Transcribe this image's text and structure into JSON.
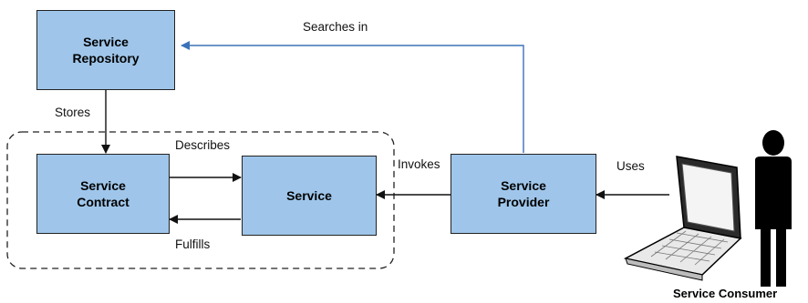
{
  "nodes": {
    "repository": {
      "line1": "Service",
      "line2": "Repository"
    },
    "contract": {
      "line1": "Service",
      "line2": "Contract"
    },
    "service": {
      "label": "Service"
    },
    "provider": {
      "line1": "Service",
      "line2": "Provider"
    }
  },
  "edges": {
    "searches_in": "Searches in",
    "stores": "Stores",
    "describes": "Describes",
    "fulfills": "Fulfills",
    "invokes": "Invokes",
    "uses": "Uses"
  },
  "consumer_caption": "Service Consumer",
  "colors": {
    "box_fill": "#9fc6ea",
    "search_arrow": "#3a73b8",
    "arrow": "#111111"
  },
  "icons": [
    "laptop-icon",
    "person-icon"
  ]
}
